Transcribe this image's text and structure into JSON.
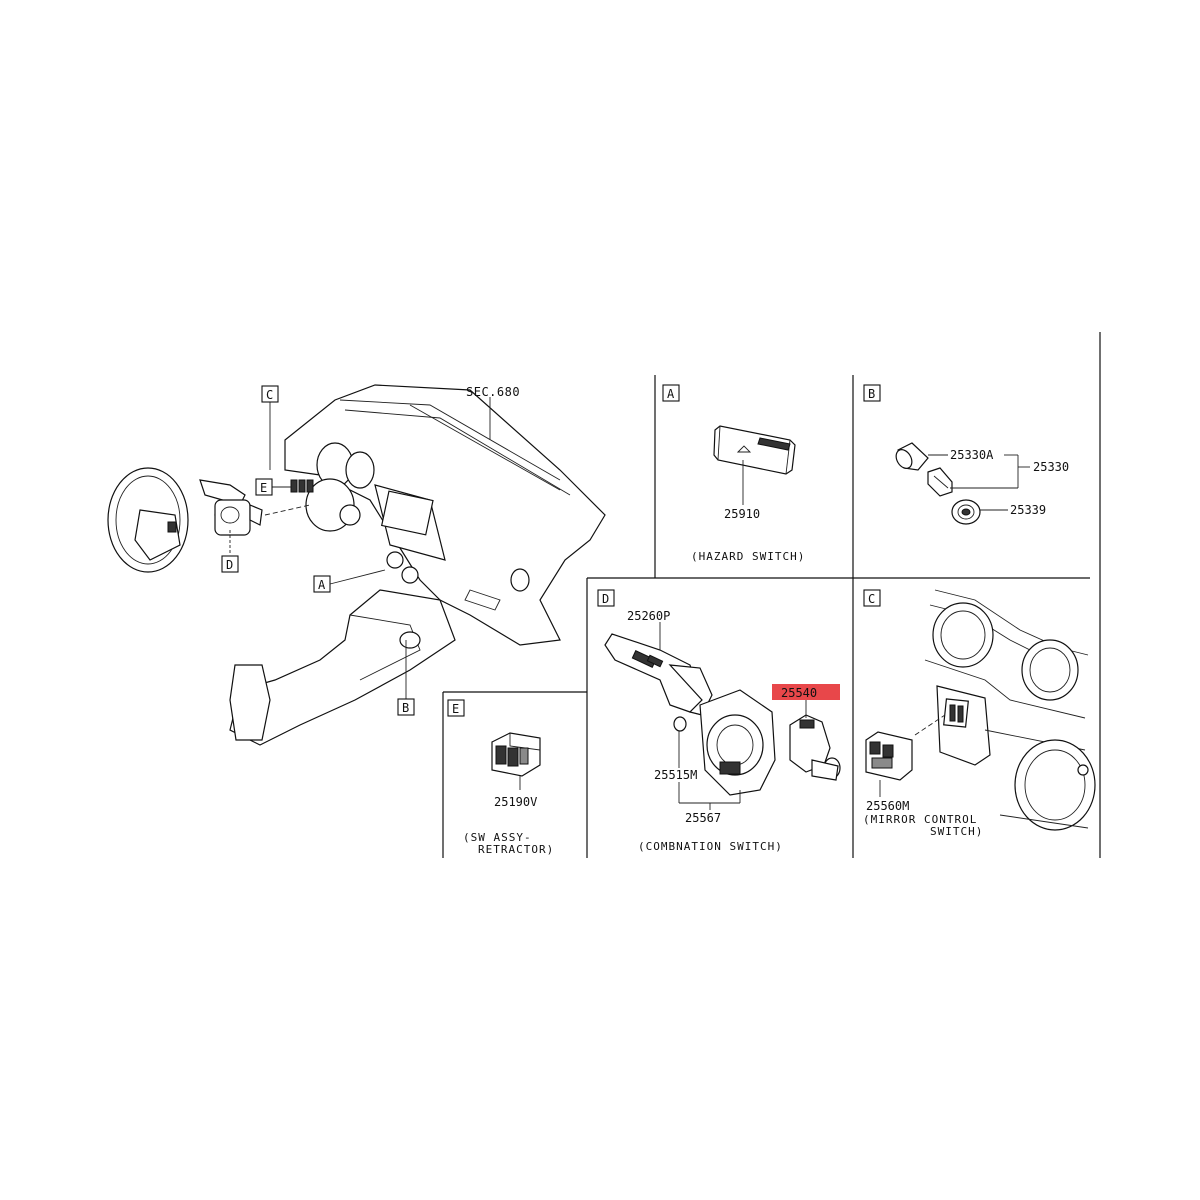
{
  "overview": {
    "section_ref": "SEC.680",
    "callouts": {
      "c": "C",
      "e": "E",
      "d": "D",
      "a": "A",
      "b": "B"
    }
  },
  "panel_a": {
    "tag": "A",
    "part": "25910",
    "caption": "(HAZARD SWITCH)"
  },
  "panel_b": {
    "tag": "B",
    "parts": [
      "25330A",
      "25330",
      "25339"
    ]
  },
  "panel_e": {
    "tag": "E",
    "part": "25190V",
    "caption_lines": [
      "(SW ASSY-",
      "RETRACTOR)"
    ]
  },
  "panel_d": {
    "tag": "D",
    "parts": [
      "25260P",
      "25540",
      "25515M",
      "25567"
    ],
    "highlighted_part": "25540",
    "highlight_color": "#e8474a",
    "caption": "(COMBNATION SWITCH)"
  },
  "panel_c": {
    "tag": "C",
    "part": "25560M",
    "caption_lines": [
      "(MIRROR CONTROL",
      "SWITCH)"
    ]
  }
}
